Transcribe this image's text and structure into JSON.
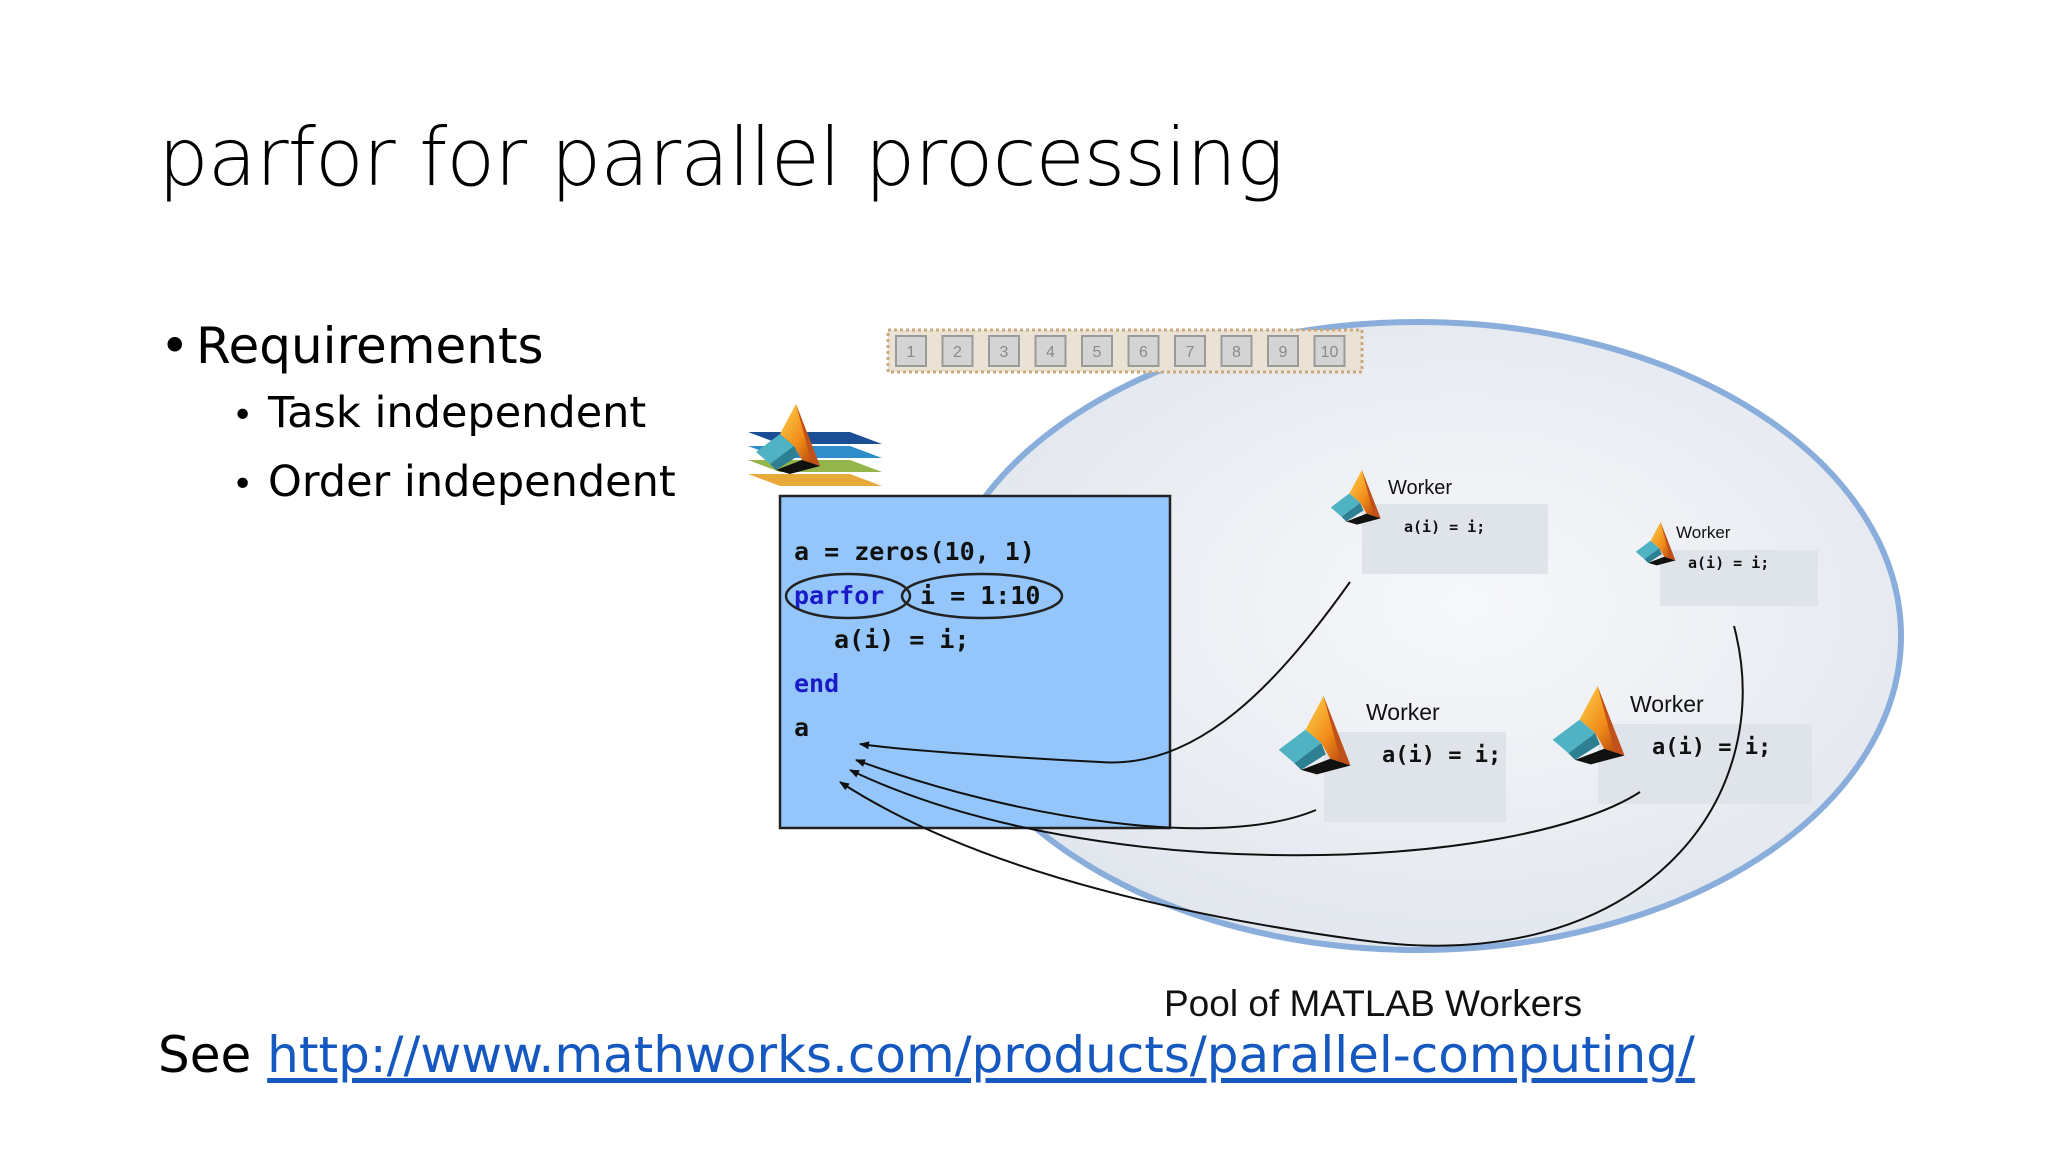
{
  "slide": {
    "title": "parfor for parallel processing",
    "bullets": {
      "heading": "Requirements",
      "sub": [
        "Task independent",
        "Order independent"
      ]
    },
    "footer": {
      "prefix": "See",
      "link_text": "http://www.mathworks.com/products/parallel-computing/"
    }
  },
  "diagram": {
    "iterations": [
      "1",
      "2",
      "3",
      "4",
      "5",
      "6",
      "7",
      "8",
      "9",
      "10"
    ],
    "code": {
      "line1": "a = zeros(10, 1)",
      "kw_parfor": "parfor",
      "range": "i = 1:10",
      "body": "a(i) = i;",
      "kw_end": "end",
      "last": "a"
    },
    "workers": [
      {
        "label": "Worker",
        "code": "a(i) = i;"
      },
      {
        "label": "Worker",
        "code": "a(i) = i;"
      },
      {
        "label": "Worker",
        "code": "a(i) = i;"
      },
      {
        "label": "Worker",
        "code": "a(i) = i;"
      }
    ],
    "pool_label": "Pool of MATLAB Workers"
  },
  "colors": {
    "code_box": "#94c6fb",
    "keyword": "#1a1ac8",
    "pool_fill": "#e9ecf2",
    "pool_border": "#8aaedc",
    "link": "#1558c0",
    "worker_box": "#dfe3ea"
  },
  "icons": [
    "matlab-logo-icon"
  ]
}
